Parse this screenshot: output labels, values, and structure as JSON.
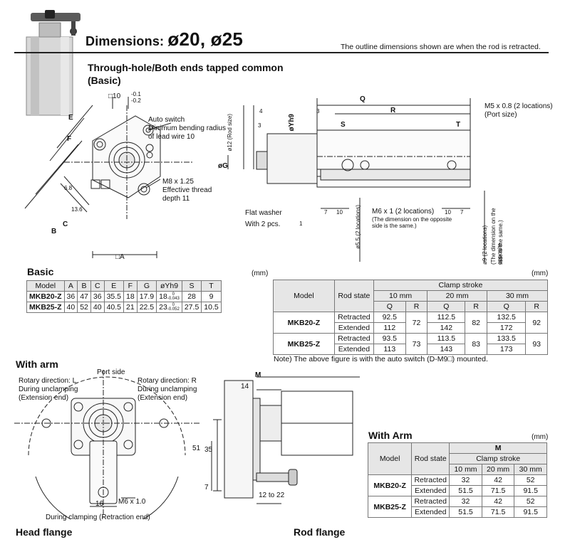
{
  "header": {
    "title_prefix": "Dimensions: ",
    "title_sizes": "ø20, ø25",
    "note": "The outline dimensions shown are when the rod is retracted."
  },
  "section_common": {
    "title_line1": "Through-hole/Both ends tapped common",
    "title_line2": "(Basic)"
  },
  "basic_drawing": {
    "square_top": "□10",
    "tol_top": "-0.1",
    "tol_bot": "-0.2",
    "auto_switch": "Auto switch",
    "bend_1": "Minimum bending radius",
    "bend_2": "of lead wire 10",
    "thread_1": "M8 x 1.25",
    "thread_2": "Effective thread",
    "thread_3": "depth 11",
    "dim_E": "E",
    "dim_F": "F",
    "dim_C": "C",
    "dim_B": "B",
    "dim_68": "6.8",
    "dim_136": "13.6",
    "dim_A": "□A"
  },
  "side_drawing": {
    "Q": "Q",
    "R": "R",
    "S": "S",
    "T": "T",
    "d4": "4",
    "d3a": "3",
    "d3b": "3",
    "rod_size": "ø12 (Rod size)",
    "yh9": "øYh9",
    "G": "øG",
    "port_1": "M5 x 0.8 (2 locations)",
    "port_2": "(Port size)",
    "washer_1": "Flat washer",
    "washer_2": "With 2 pcs.",
    "d1": "1",
    "d7a": "7",
    "d10a": "10",
    "m6_1": "M6 x 1 (2 locations)",
    "m6_2": "(The dimension on the opposite",
    "m6_3": "side is the same.)",
    "d10b": "10",
    "d7b": "7",
    "d55": "ø5.5 (2 locations)",
    "d9_1": "ø9 (2 locations)",
    "d9_2": "(The dimension on the opposite",
    "d9_3": "side is the same.)"
  },
  "basic_table": {
    "title": "Basic",
    "unit": "(mm)",
    "headers": [
      "Model",
      "A",
      "B",
      "C",
      "E",
      "F",
      "G",
      "øYh9",
      "S",
      "T"
    ],
    "rows": [
      [
        "MKB20-Z",
        "36",
        "47",
        "36",
        "35.5",
        "18",
        "17.9",
        "18",
        "28",
        "9"
      ],
      [
        "MKB25-Z",
        "40",
        "52",
        "40",
        "40.5",
        "21",
        "22.5",
        "23",
        "27.5",
        "10.5"
      ]
    ],
    "tol": [
      [
        "-0.043",
        "0"
      ],
      [
        "-0.052",
        "0"
      ]
    ]
  },
  "stroke_table": {
    "unit": "(mm)",
    "h_model": "Model",
    "h_rod": "Rod state",
    "h_clamp": "Clamp stroke",
    "strokes": [
      "10 mm",
      "20 mm",
      "30 mm"
    ],
    "qr": [
      "Q",
      "R",
      "Q",
      "R",
      "Q",
      "R"
    ],
    "rows": [
      {
        "model": "MKB20-Z",
        "states": [
          "Retracted",
          "Extended"
        ],
        "q10": [
          "92.5",
          "112"
        ],
        "r10": "72",
        "q20": [
          "112.5",
          "142"
        ],
        "r20": "82",
        "q30": [
          "132.5",
          "172"
        ],
        "r30": "92"
      },
      {
        "model": "MKB25-Z",
        "states": [
          "Retracted",
          "Extended"
        ],
        "q10": [
          "93.5",
          "113"
        ],
        "r10": "73",
        "q20": [
          "113.5",
          "143"
        ],
        "r20": "83",
        "q30": [
          "133.5",
          "173"
        ],
        "r30": "93"
      }
    ],
    "note": "Note) The above figure is with the auto switch (D-M9□) mounted."
  },
  "with_arm": {
    "title": "With arm",
    "port_side": "Port side",
    "rot_l1": "Rotary direction: L",
    "rot_l2": "During unclamping",
    "rot_l3": "(Extension end)",
    "rot_r1": "Rotary direction: R",
    "rot_r2": "During unclamping",
    "rot_r3": "(Extension end)",
    "m6": "M6 x 1.0",
    "d16": "16",
    "clamping": "During clamping (Retraction end)",
    "M": "M",
    "d14": "14",
    "d51": "51",
    "d35": "35",
    "d7": "7",
    "d1222": "12 to 22"
  },
  "arm_table": {
    "title": "With Arm",
    "unit": "(mm)",
    "h_model": "Model",
    "h_rod": "Rod state",
    "h_M": "M",
    "h_clamp": "Clamp stroke",
    "strokes": [
      "10 mm",
      "20 mm",
      "30 mm"
    ],
    "rows": [
      {
        "model": "MKB20-Z",
        "states": [
          "Retracted",
          "Extended"
        ],
        "vals": [
          [
            "32",
            "42",
            "52"
          ],
          [
            "51.5",
            "71.5",
            "91.5"
          ]
        ]
      },
      {
        "model": "MKB25-Z",
        "states": [
          "Retracted",
          "Extended"
        ],
        "vals": [
          [
            "32",
            "42",
            "52"
          ],
          [
            "51.5",
            "71.5",
            "91.5"
          ]
        ]
      }
    ]
  },
  "footer": {
    "head_flange": "Head flange",
    "rod_flange": "Rod flange"
  }
}
